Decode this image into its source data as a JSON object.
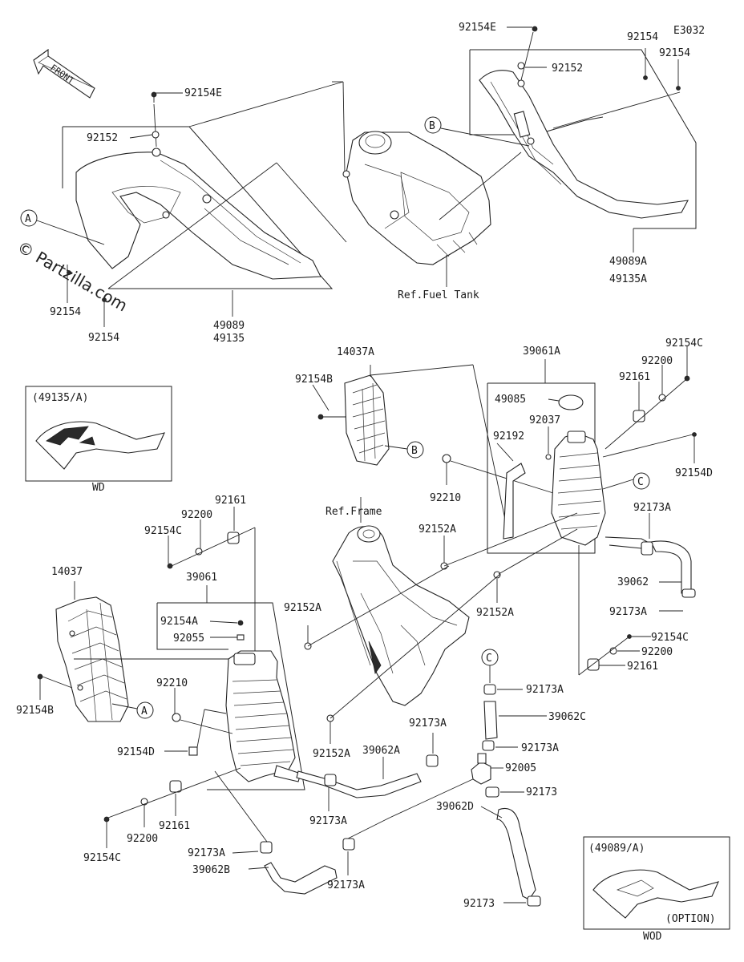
{
  "diagram_code": "E3032",
  "watermark": "© Partzilla.com",
  "front_label": "FRONT",
  "callouts": {
    "A1": "A",
    "A2": "A",
    "B1": "B",
    "B2": "B",
    "C1": "C",
    "C2": "C"
  },
  "parts": {
    "p_92154E_top": "92154E",
    "p_92152_top": "92152",
    "p_92154_r1": "92154",
    "p_92154_r2": "92154",
    "p_49089A": "49089A",
    "p_49135A": "49135A",
    "p_reffuel": "Ref.Fuel Tank",
    "p_92154E_left": "92154E",
    "p_92152_left": "92152",
    "p_92154_l1": "92154",
    "p_92154_l2": "92154",
    "p_49089": "49089",
    "p_49135": "49135",
    "p_14037A": "14037A",
    "p_92154B_top": "92154B",
    "p_92210_top": "92210",
    "p_39061A": "39061A",
    "p_49085": "49085",
    "p_92037": "92037",
    "p_92192": "92192",
    "p_92154C_top": "92154C",
    "p_92200_top": "92200",
    "p_92161_top": "92161",
    "p_92154D_r": "92154D",
    "p_92173A_r1": "92173A",
    "p_39062": "39062",
    "p_92173A_r2": "92173A",
    "p_92154C_r": "92154C",
    "p_92200_r": "92200",
    "p_92161_r": "92161",
    "p_refframe": "Ref.Frame",
    "p_92152A_1": "92152A",
    "p_92152A_2": "92152A",
    "p_92152A_3": "92152A",
    "p_92152A_4": "92152A",
    "p_92161_l": "92161",
    "p_92200_l": "92200",
    "p_92154C_l": "92154C",
    "p_39061": "39061",
    "p_92154A": "92154A",
    "p_92055": "92055",
    "p_14037": "14037",
    "p_92154B_l": "92154B",
    "p_92210_l": "92210",
    "p_92154D_l": "92154D",
    "p_92161_bl": "92161",
    "p_92200_bl": "92200",
    "p_92154C_bl": "92154C",
    "p_92173A_b1": "92173A",
    "p_39062B": "39062B",
    "p_92173A_b2": "92173A",
    "p_92173A_b3": "92173A",
    "p_39062A": "39062A",
    "p_92173A_b4": "92173A",
    "p_92173A_c1": "92173A",
    "p_39062C": "39062C",
    "p_92173A_c2": "92173A",
    "p_92005": "92005",
    "p_92173_c": "92173",
    "p_39062D": "39062D",
    "p_92173_b": "92173"
  },
  "inset_wd": {
    "title": "(49135/A)",
    "caption": "WD"
  },
  "inset_wod": {
    "title": "(49089/A)",
    "note": "(OPTION)",
    "caption": "WOD"
  }
}
